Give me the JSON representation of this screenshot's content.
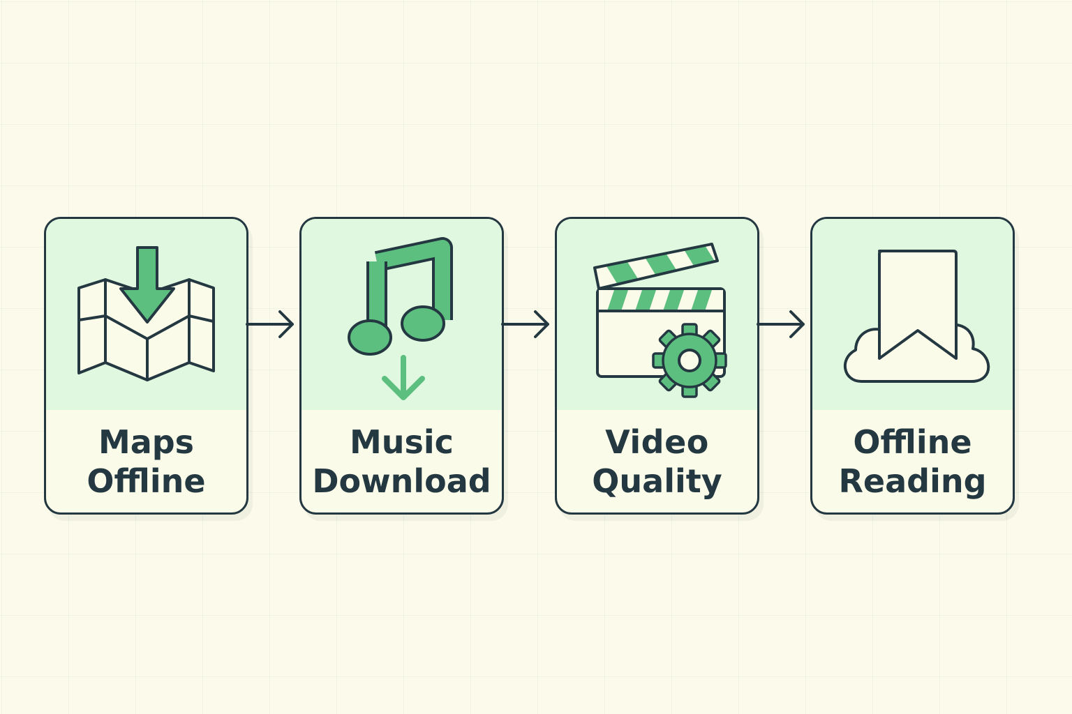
{
  "colors": {
    "background": "#fcfbeb",
    "card_top": "#e0f8df",
    "accent_green": "#5cbf7f",
    "outline": "#243841"
  },
  "steps": [
    {
      "line1": "Maps",
      "line2": "Offline",
      "icon": "map-download-icon"
    },
    {
      "line1": "Music",
      "line2": "Download",
      "icon": "music-download-icon"
    },
    {
      "line1": "Video",
      "line2": "Quality",
      "icon": "clapperboard-settings-icon"
    },
    {
      "line1": "Offline",
      "line2": "Reading",
      "icon": "cloud-bookmark-icon"
    }
  ]
}
